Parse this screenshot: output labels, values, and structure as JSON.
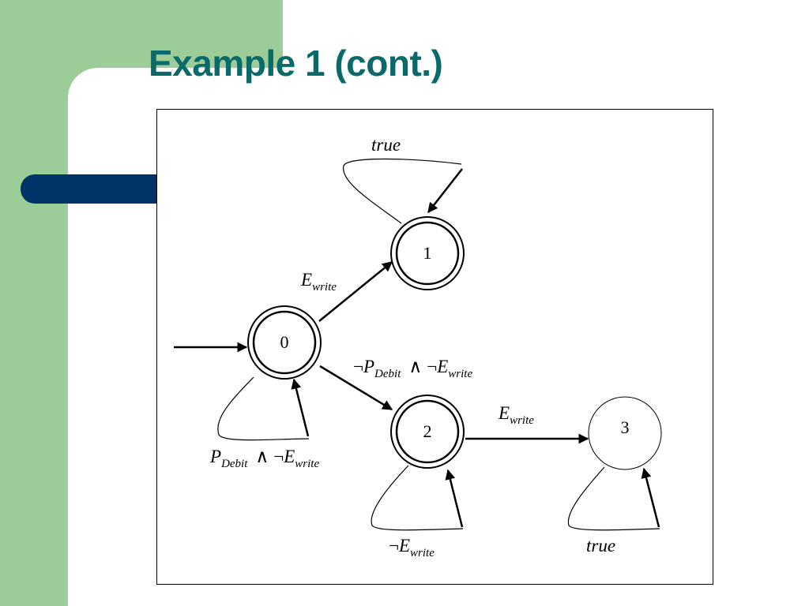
{
  "slide": {
    "title": "Example 1 (cont.)"
  },
  "colors": {
    "sidebar_green": "#9ccd98",
    "accent_blue": "#003366",
    "title_teal": "#0a6a6a"
  },
  "diagram": {
    "states": [
      {
        "id": "0",
        "label": "0",
        "accepting": true,
        "initial": true
      },
      {
        "id": "1",
        "label": "1",
        "accepting": true
      },
      {
        "id": "2",
        "label": "2",
        "accepting": true
      },
      {
        "id": "3",
        "label": "3",
        "accepting": false
      }
    ],
    "symbols": {
      "neg": "¬",
      "and": "∧"
    },
    "labels": {
      "loop_1": {
        "text": "true"
      },
      "edge_0_1": {
        "base": "E",
        "sub": "write"
      },
      "edge_0_2": {
        "base1": "P",
        "sub1": "Debit",
        "base2": "E",
        "sub2": "write"
      },
      "loop_0": {
        "base1": "P",
        "sub1": "Debit",
        "base2": "E",
        "sub2": "write"
      },
      "edge_2_3": {
        "base": "E",
        "sub": "write"
      },
      "loop_2": {
        "base": "E",
        "sub": "write"
      },
      "loop_3": {
        "text": "true"
      }
    }
  }
}
